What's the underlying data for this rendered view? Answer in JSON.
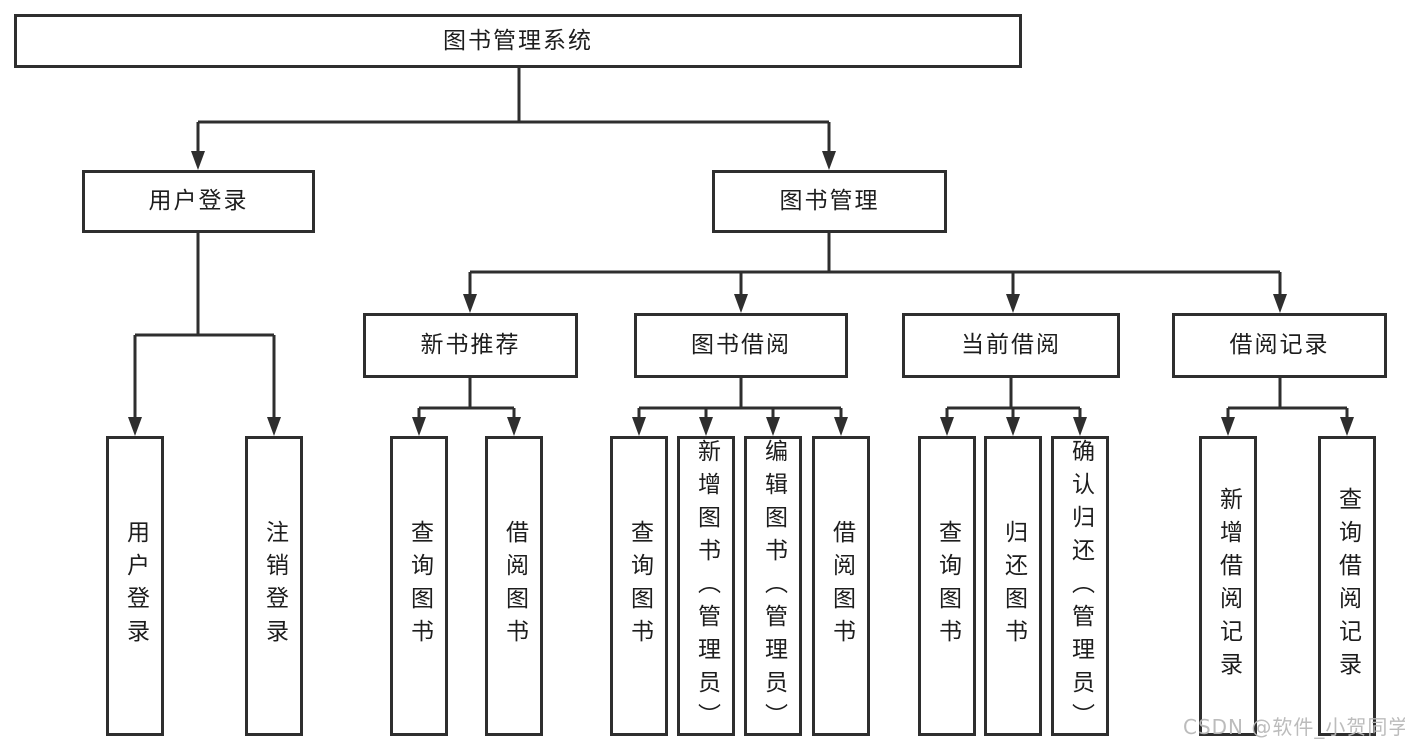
{
  "tree": {
    "root": {
      "label": "图书管理系统",
      "children": [
        {
          "label": "用户登录",
          "children": [
            {
              "label": "用户登录"
            },
            {
              "label": "注销登录"
            }
          ]
        },
        {
          "label": "图书管理",
          "children": [
            {
              "label": "新书推荐",
              "children": [
                {
                  "label": "查询图书"
                },
                {
                  "label": "借阅图书"
                }
              ]
            },
            {
              "label": "图书借阅",
              "children": [
                {
                  "label": "查询图书"
                },
                {
                  "label": "新增图书（管理员）"
                },
                {
                  "label": "编辑图书（管理员）"
                },
                {
                  "label": "借阅图书"
                }
              ]
            },
            {
              "label": "当前借阅",
              "children": [
                {
                  "label": "查询图书"
                },
                {
                  "label": "归还图书"
                },
                {
                  "label": "确认归还（管理员）"
                }
              ]
            },
            {
              "label": "借阅记录",
              "children": [
                {
                  "label": "新增借阅记录"
                },
                {
                  "label": "查询借阅记录"
                }
              ]
            }
          ]
        }
      ]
    }
  },
  "watermark": {
    "text": "CSDN @软件_小贺同学"
  },
  "colors": {
    "line": "#2e2e2e",
    "box_border": "#2e2e2e",
    "text": "#1d1d1d",
    "watermark": "#b9b9b9",
    "background": "#ffffff"
  }
}
